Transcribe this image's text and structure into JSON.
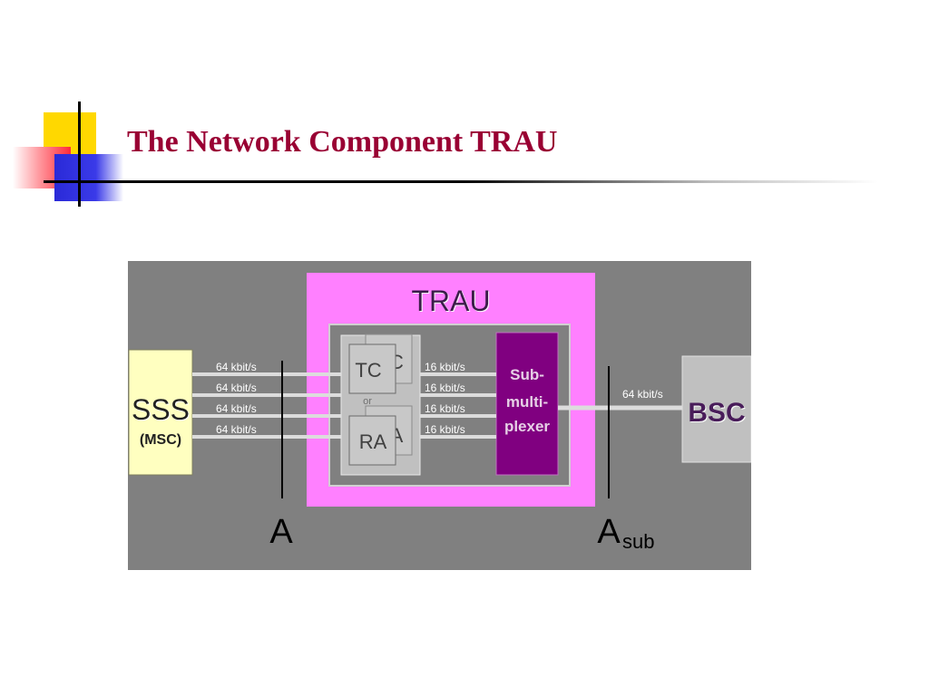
{
  "slide": {
    "title": "The Network Component TRAU",
    "accent_colors": {
      "title": "#990033",
      "yellow": "#ffd800",
      "red": "#ff2a3a",
      "blue": "#2a2ad8"
    }
  },
  "diagram": {
    "colors": {
      "background": "#808080",
      "trau_box": "#ff80ff",
      "inner_box": "#c0c0c0",
      "sss_box": "#ffffc0",
      "mux_box": "#800080",
      "bsc_box": "#c0c0c0"
    },
    "trau_label": "TRAU",
    "sss": {
      "label": "SSS",
      "sublabel": "(MSC)"
    },
    "bsc": {
      "label": "BSC"
    },
    "tc": {
      "label": "TC",
      "behind": "C"
    },
    "or_label": "or",
    "ra": {
      "label": "RA",
      "behind": "A"
    },
    "multiplexer": {
      "lines": [
        "Sub-",
        "multi-",
        "plexer"
      ]
    },
    "left_rates": [
      "64 kbit/s",
      "64 kbit/s",
      "64 kbit/s",
      "64 kbit/s"
    ],
    "mid_rates": [
      "16 kbit/s",
      "16 kbit/s",
      "16 kbit/s",
      "16 kbit/s"
    ],
    "right_rate": "64 kbit/s",
    "interfaces": {
      "a": "A",
      "asub_main": "A",
      "asub_suffix": "sub"
    }
  }
}
